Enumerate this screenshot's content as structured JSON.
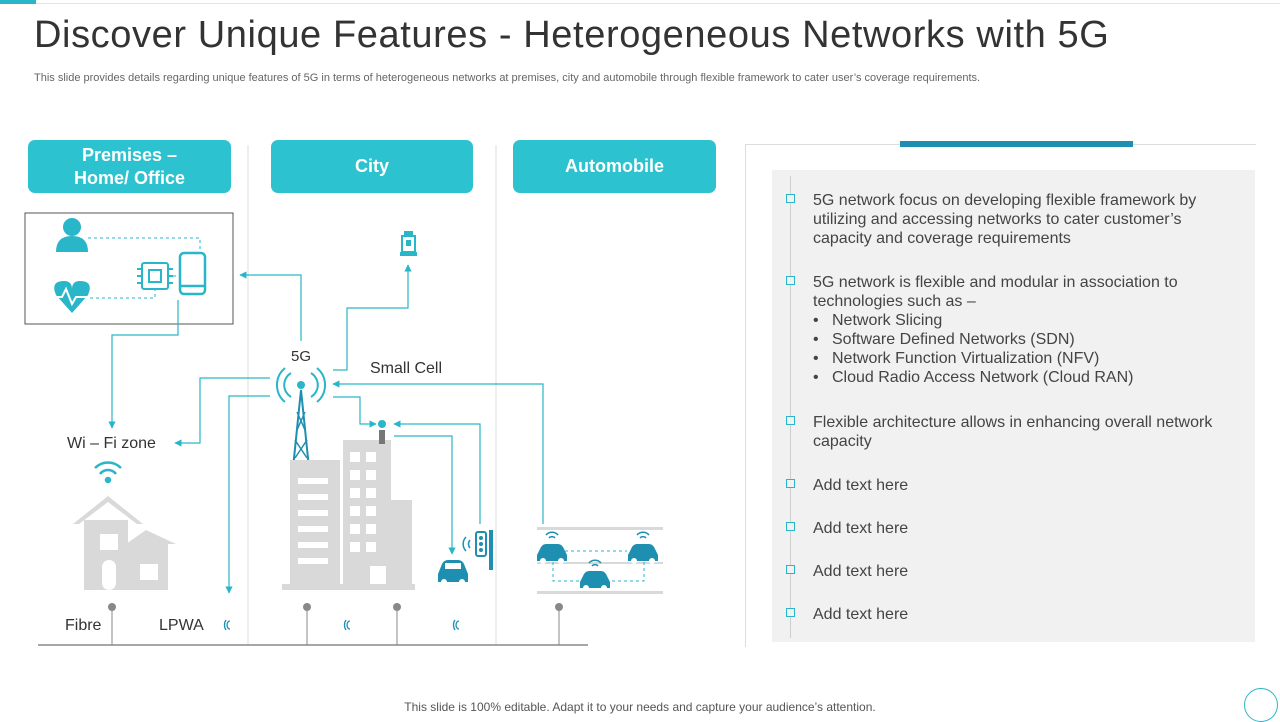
{
  "header": {
    "title": "Discover Unique Features - Heterogeneous Networks with 5G",
    "subtitle": "This slide provides details regarding unique features of 5G in terms of heterogeneous networks at premises, city and automobile through flexible framework to cater user’s coverage requirements."
  },
  "categories": {
    "premises_line1": "Premises –",
    "premises_line2": "Home/ Office",
    "city": "City",
    "automobile": "Automobile"
  },
  "diagram": {
    "label_5g": "5G",
    "label_small_cell": "Small Cell",
    "label_wifi_zone": "Wi – Fi zone",
    "label_fibre": "Fibre",
    "label_lpwa": "LPWA"
  },
  "bullets": {
    "b1": "5G network focus on developing flexible framework by utilizing and accessing networks to cater customer’s capacity and coverage requirements",
    "b2_intro": "5G network is flexible and modular in association to technologies such as –",
    "b2_items": [
      "Network Slicing",
      "Software Defined Networks (SDN)",
      "Network Function Virtualization (NFV)",
      "Cloud Radio Access Network (Cloud RAN)"
    ],
    "b3": "Flexible architecture allows in enhancing overall network capacity",
    "b4": "Add text here",
    "b5": "Add text here",
    "b6": "Add text here",
    "b7": "Add text here"
  },
  "footer": "This slide is 100% editable. Adapt it to your needs and capture your audience’s attention.",
  "colors": {
    "accent": "#2cc2cf",
    "dark_accent": "#1e8fb0",
    "icon_gray": "#d9d9d9"
  }
}
